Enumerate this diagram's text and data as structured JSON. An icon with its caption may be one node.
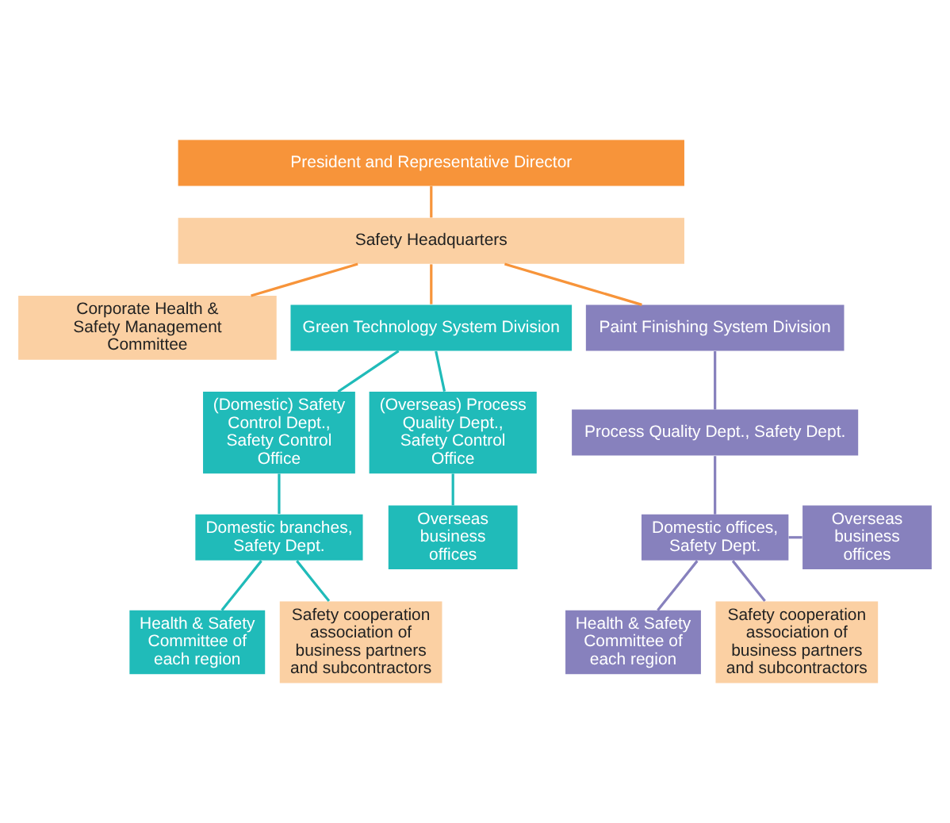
{
  "diagram": {
    "nodes": [
      {
        "text": [
          "President and Representative Director"
        ]
      },
      {
        "text": [
          "Safety Headquarters"
        ]
      },
      {
        "text": [
          "Corporate Health & Safety Management Committee"
        ]
      },
      {
        "text": [
          "Green Technology System Division"
        ]
      },
      {
        "text": [
          "Paint Finishing System Division"
        ]
      },
      {
        "text": [
          "(Domestic) Safety Control Dept., Safety Control Office"
        ]
      },
      {
        "text": [
          "(Overseas) Process Quality Dept., Safety Control Office"
        ]
      },
      {
        "text": [
          "Process Quality Dept., Safety Dept."
        ]
      },
      {
        "text": [
          "Domestic branches, Safety Dept."
        ]
      },
      {
        "text": [
          "Overseas business offices"
        ]
      },
      {
        "text": [
          "Domestic offices, Safety Dept."
        ]
      },
      {
        "text": [
          "Overseas business offices"
        ]
      },
      {
        "text": [
          "Health & Safety Committee of each region"
        ]
      },
      {
        "text": [
          "Safety cooperation association of business partners and subcontractors"
        ]
      },
      {
        "text": [
          "Health & Safety Committee of each region"
        ]
      },
      {
        "text": [
          "Safety cooperation association of business partners and subcontractors"
        ]
      }
    ],
    "edges": [
      {
        "from": 0,
        "to": 1,
        "arrow": "none",
        "color": "#f7943a"
      },
      {
        "from": 1,
        "to": 2,
        "arrow": "none",
        "color": "#f7943a"
      },
      {
        "from": 1,
        "to": 3,
        "arrow": "none",
        "color": "#f7943a"
      },
      {
        "from": 1,
        "to": 4,
        "arrow": "none",
        "color": "#f7943a"
      },
      {
        "from": 3,
        "to": 5,
        "arrow": "none"
      },
      {
        "from": 3,
        "to": 6,
        "arrow": "none"
      },
      {
        "from": 5,
        "to": 8,
        "arrow": "none"
      },
      {
        "from": 6,
        "to": 9,
        "arrow": "none"
      },
      {
        "from": 8,
        "to": 12,
        "arrow": "none"
      },
      {
        "from": 8,
        "to": 13,
        "arrow": "none"
      },
      {
        "from": 4,
        "to": 7,
        "arrow": "none",
        "color": "#8781bd"
      },
      {
        "from": 7,
        "to": 10,
        "arrow": "none",
        "color": "#8781bd"
      },
      {
        "from": 10,
        "to": 11,
        "arrow": "none",
        "color": "#8781bd"
      },
      {
        "from": 10,
        "to": 14,
        "arrow": "none",
        "color": "#8781bd"
      },
      {
        "from": 10,
        "to": 15,
        "arrow": "none",
        "color": "#8781bd"
      }
    ]
  }
}
